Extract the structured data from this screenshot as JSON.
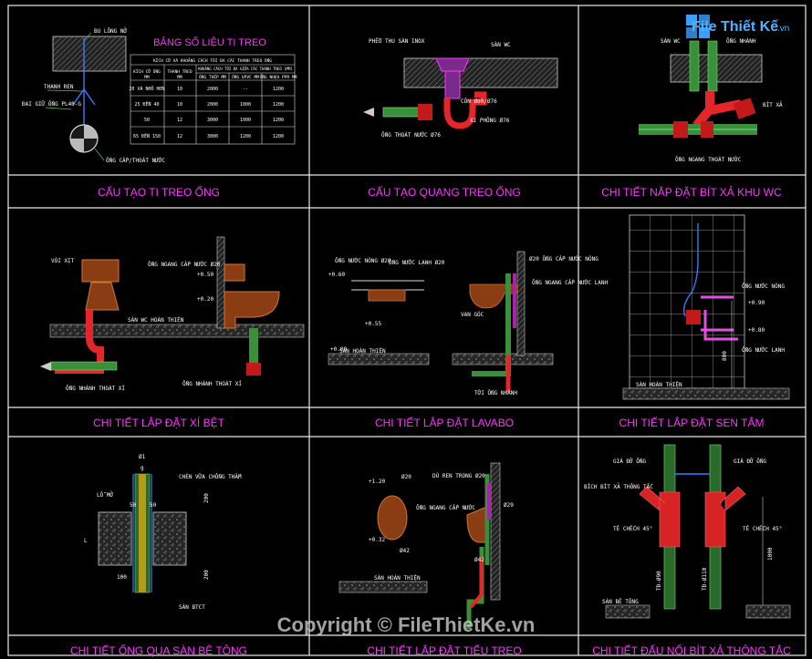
{
  "watermark": {
    "logo_text": "File Thiết Kế",
    "logo_suffix": ".vn",
    "copyright": "Copyright © FileThietKe.vn"
  },
  "panels": [
    {
      "title": "CẤU TẠO TI TREO ỐNG"
    },
    {
      "title": "CẤU TẠO QUANG TREO ỐNG"
    },
    {
      "title": "CHI TIẾT NẮP ĐẶT BÍT XẢ KHU WC"
    },
    {
      "title": "CHI TIẾT LẮP ĐẶT XÍ BỆT"
    },
    {
      "title": "CHI TIẾT LẮP ĐẶT LAVABO"
    },
    {
      "title": "CHI TIẾT LẮP ĐẶT SEN TẮM"
    },
    {
      "title": "CHI TIẾT ỐNG QUA SÀN BÊ TÔNG"
    },
    {
      "title": "CHI TIẾT LẮP ĐẶT TIỂU TREO"
    },
    {
      "title": "CHI TIẾT ĐẤU NỐI BÍT XẢ THÔNG TẮC"
    }
  ],
  "hanger": {
    "table_title": "BẢNG SỐ LIỆU TI TREO",
    "table_header_1": "KÍCH CỠ VÀ KHOẢNG CÁCH TỐI ĐA CÁC THANH TREO ỐNG",
    "col_pipe": "KÍCH CỠ ỐNG",
    "col_pipe_unit": "MM",
    "col_rod": "THANH TREO",
    "col_rod_unit": "MM",
    "col_spacing": "KHOẢNG CÁCH TỐI ĐA GIỮA CÁC THANH TREO (MM)",
    "col_steel": "ỐNG THÉP MM",
    "col_upvc": "ỐNG UPVC MM",
    "col_ppr": "ỐNG NHỰA PPR MM",
    "rows": [
      [
        "20 VÀ NHỎ HƠN",
        "10",
        "2000",
        "--",
        "1200"
      ],
      [
        "25 ĐẾN 40",
        "10",
        "2000",
        "1000",
        "1200"
      ],
      [
        "50",
        "12",
        "3000",
        "1000",
        "1200"
      ],
      [
        "65 ĐẾN 150",
        "12",
        "3000",
        "1200",
        "1200"
      ]
    ],
    "bulong": "BU LÔNG NỞ",
    "rod": "THANH REN",
    "clamp": "ĐAI GIỮ ỐNG PL40-G",
    "pipe": "ỐNG CẤP/THOÁT NƯỚC"
  },
  "bracket": {
    "funnel": "PHỄU THU SÀN INOX",
    "floor": "SÀN WC",
    "reducer": "CÔN Ø90/Ø76",
    "siphon": "XI PHÔNG Ø76",
    "drain": "ỐNG THOÁT NƯỚC Ø76"
  },
  "wc_drain": {
    "floor": "SÀN WC",
    "branch": "ỐNG NHÁNH",
    "cap": "BÍT XẢ",
    "main": "ỐNG NGANG THOÁT NƯỚC"
  },
  "toilet": {
    "tap": "VÒI XỊT",
    "supply": "ỐNG NGANG CẤP NƯỚC Ø20",
    "floor": "SÀN WC HOÀN THIỆN",
    "branch_left": "ỐNG NHÁNH THOÁT XÍ",
    "branch_right": "ỐNG NHÁNH THOÁT XÍ",
    "lvl_1": "+0.50",
    "lvl_2": "+0.20"
  },
  "lavabo": {
    "hot": "ỐNG NƯỚC NÓNG Ø20",
    "cold": "ỐNG NƯỚC LẠNH Ø20",
    "right_supply": "Ø20 ỐNG CẤP NƯỚC NÓNG",
    "right_cold": "ỐNG NGANG CẤP NƯỚC LẠNH",
    "valve": "VAN GÓC",
    "floor": "SÀN HOÀN THIỆN",
    "branch": "TỚI ỐNG NHÁNH",
    "lvl_a": "+0.60",
    "lvl_b": "+0.55",
    "lvl_c": "+0.00"
  },
  "shower": {
    "hot": "ỐNG NƯỚC NÓNG",
    "cold": "ỐNG NƯỚC LẠNH",
    "floor": "SÀN HOÀN THIỆN",
    "dim": "800",
    "lvl_a": "+0.90",
    "lvl_b": "+0.80"
  },
  "slab": {
    "phi": "Ø1",
    "g": "g",
    "sealant": "CHÈN VỮA CHỐNG THẤM",
    "hole": "LỖ MỞ",
    "d1": "50",
    "d2": "50",
    "d3": "100",
    "dim_top": "200",
    "dim_bot": "200",
    "L": "L",
    "slab_label": "SÀN BTCT"
  },
  "urinal": {
    "d1": "Ø20",
    "screw": "DÙ REN TRONG Ø20",
    "supply": "ỐNG NGANG CẤP NƯỚC",
    "d2": "Ø29",
    "d3": "Ø42",
    "d4": "Ø42",
    "lvl_a": "+1.20",
    "lvl_b": "+0.32",
    "floor": "SÀN HOÀN THIỆN"
  },
  "cleanout": {
    "support_l": "GIÁ ĐỠ ỐNG",
    "support_r": "GIÁ ĐỠ ỐNG",
    "cap": "BÍCH BÍT XẢ THÔNG TẮC",
    "tee_l": "TÊ CHẾCH 45°",
    "tee_r": "TÊ CHẾCH 45°",
    "floor": "SÀN BÊ TÔNG",
    "dim": "1000",
    "pipe_l": "TĐ-Ø90",
    "pipe_r": "TĐ-Ø110"
  }
}
